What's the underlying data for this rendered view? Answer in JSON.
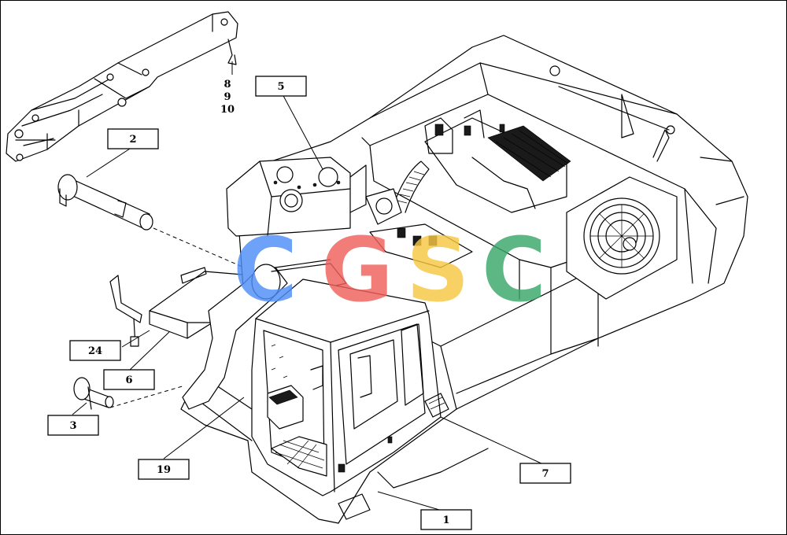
{
  "diagram": {
    "callouts": [
      {
        "id": "c1",
        "label": "1"
      },
      {
        "id": "c2",
        "label": "2"
      },
      {
        "id": "c3",
        "label": "3"
      },
      {
        "id": "c5",
        "label": "5"
      },
      {
        "id": "c6",
        "label": "6"
      },
      {
        "id": "c7",
        "label": "7"
      },
      {
        "id": "c19",
        "label": "19"
      },
      {
        "id": "c24",
        "label": "24"
      }
    ],
    "stacked_labels": [
      "8",
      "9",
      "10"
    ]
  },
  "watermark": {
    "text": "CGSC",
    "letters": [
      "C",
      "G",
      "S",
      "C"
    ],
    "colors": [
      "#4f8ef7",
      "#f0605a",
      "#f7c744",
      "#3aa86b"
    ]
  }
}
